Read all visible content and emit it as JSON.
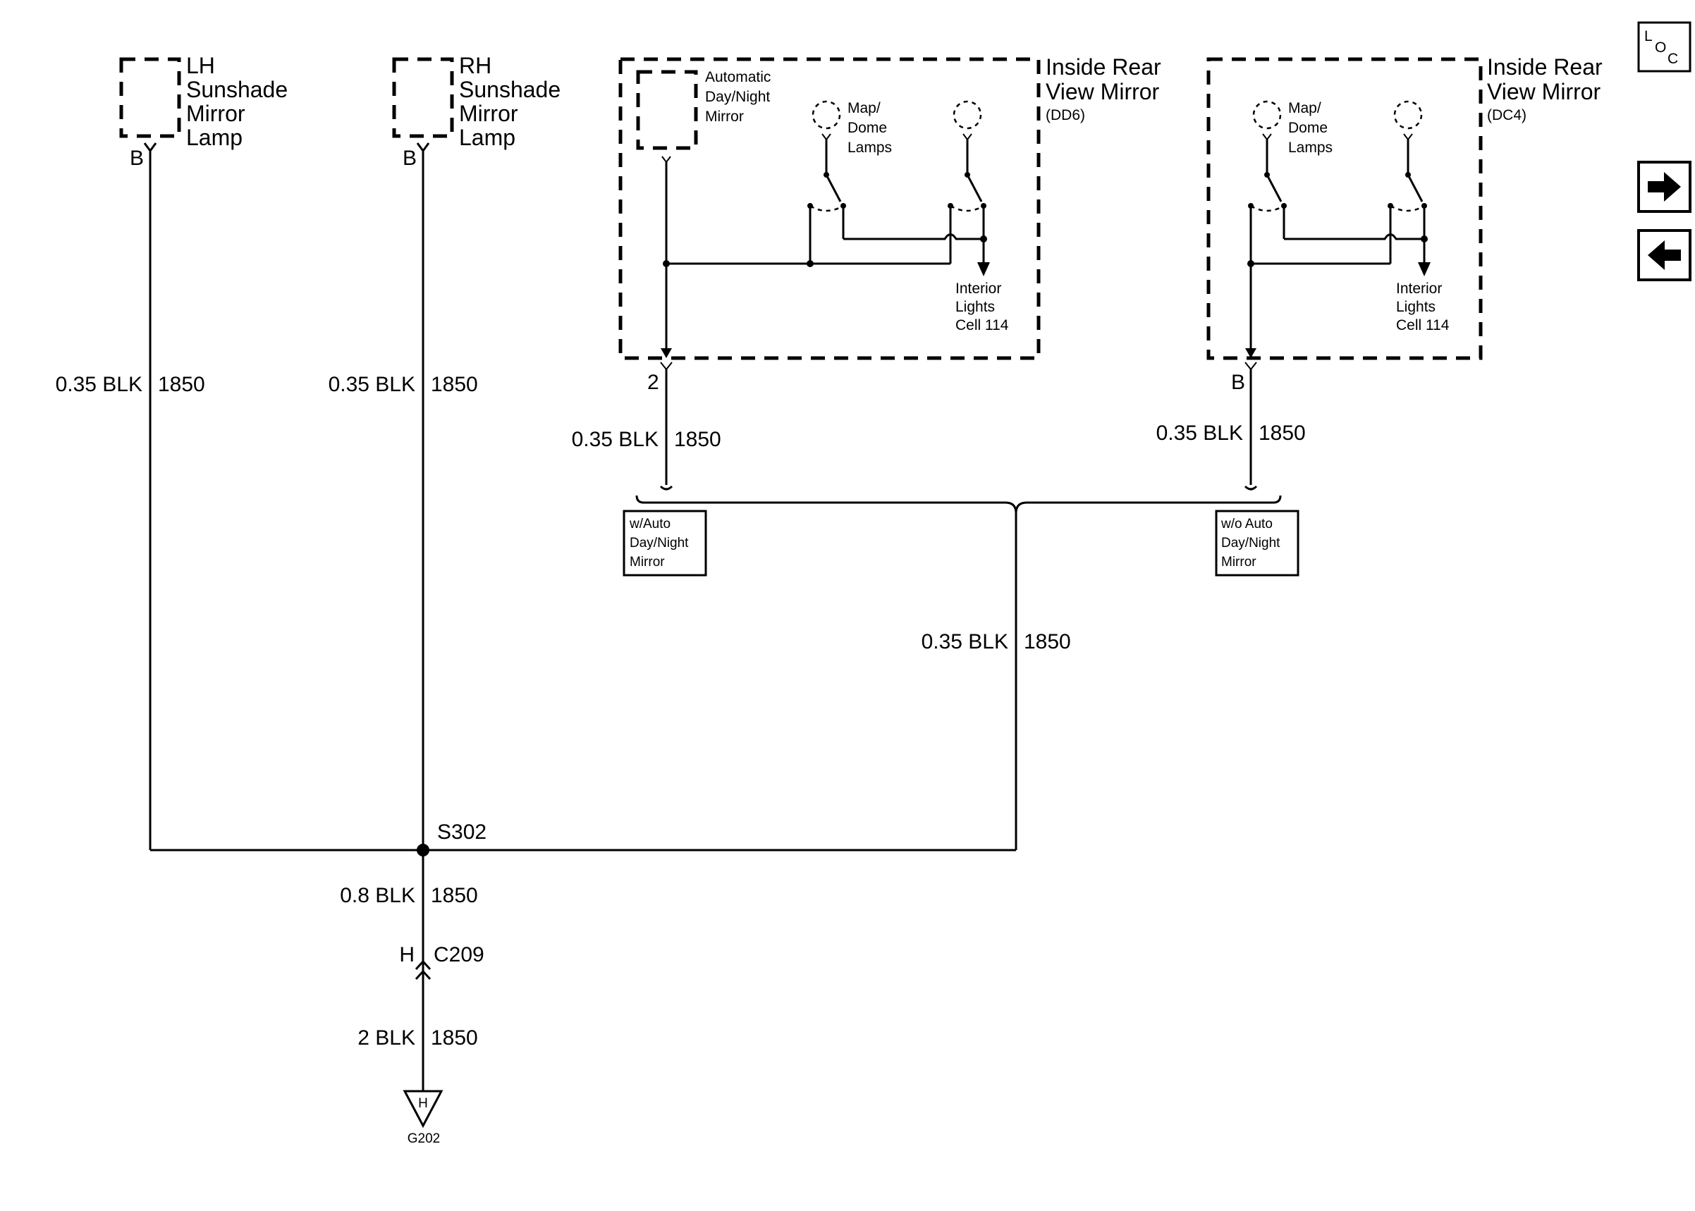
{
  "components": {
    "lh_lamp": [
      "LH",
      "Sunshade",
      "Mirror",
      "Lamp"
    ],
    "rh_lamp": [
      "RH",
      "Sunshade",
      "Mirror",
      "Lamp"
    ],
    "mirror_dd6": {
      "title": [
        "Inside Rear",
        "View Mirror"
      ],
      "code": "(DD6)"
    },
    "mirror_dc4": {
      "title": [
        "Inside Rear",
        "View Mirror"
      ],
      "code": "(DC4)"
    },
    "auto_mirror": [
      "Automatic",
      "Day/Night",
      "Mirror"
    ],
    "map_dome": [
      "Map/",
      "Dome",
      "Lamps"
    ],
    "interior_lights": [
      "Interior",
      "Lights",
      "Cell 114"
    ]
  },
  "pins": {
    "lh": "B",
    "rh": "B",
    "dd6": "2",
    "dc4": "B",
    "c209_pin": "H",
    "ground_pin": "H"
  },
  "wires": {
    "lh": {
      "size": "0.35 BLK",
      "circuit": "1850"
    },
    "rh": {
      "size": "0.35 BLK",
      "circuit": "1850"
    },
    "dd6": {
      "size": "0.35 BLK",
      "circuit": "1850"
    },
    "dc4": {
      "size": "0.35 BLK",
      "circuit": "1850"
    },
    "merged": {
      "size": "0.35 BLK",
      "circuit": "1850"
    },
    "to_c209": {
      "size": "0.8 BLK",
      "circuit": "1850"
    },
    "to_ground": {
      "size": "2 BLK",
      "circuit": "1850"
    }
  },
  "options": {
    "with_auto": [
      "w/Auto",
      "Day/Night",
      "Mirror"
    ],
    "without_auto": [
      "w/o Auto",
      "Day/Night",
      "Mirror"
    ]
  },
  "splice": "S302",
  "connector": "C209",
  "ground": "G202",
  "nav": {
    "loc_icon": "location-icon",
    "loc_letters": [
      "L",
      "O",
      "C"
    ],
    "next_icon": "arrow-right-icon",
    "prev_icon": "arrow-left-icon"
  }
}
